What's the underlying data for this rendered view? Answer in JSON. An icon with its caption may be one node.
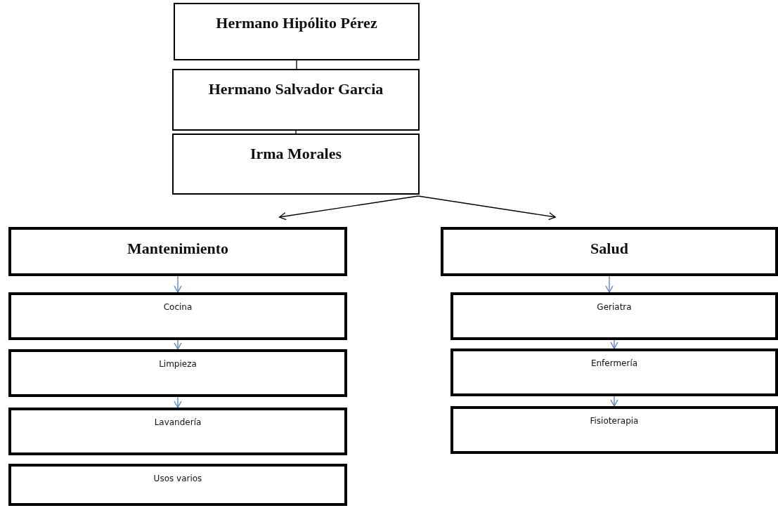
{
  "diagram": {
    "nodes": [
      {
        "text": [
          "Hermano Hipólito Pérez"
        ]
      },
      {
        "text": [
          "Hermano Salvador Garcia"
        ]
      },
      {
        "text": [
          "Irma Morales"
        ]
      },
      {
        "text": [
          "Mantenimiento"
        ]
      },
      {
        "text": [
          "Salud"
        ]
      },
      {
        "text": [
          "Cocina"
        ]
      },
      {
        "text": [
          "Limpieza"
        ]
      },
      {
        "text": [
          "Lavandería"
        ]
      },
      {
        "text": [
          "Usos varios"
        ]
      },
      {
        "text": [
          "Geriatra"
        ]
      },
      {
        "text": [
          "Enfermería"
        ]
      },
      {
        "text": [
          "Fisioterapia"
        ]
      }
    ],
    "edges": [
      {
        "from": 0,
        "to": 1,
        "arrow": "none",
        "color": "#000000"
      },
      {
        "from": 1,
        "to": 2,
        "arrow": "none",
        "color": "#000000"
      },
      {
        "from": 2,
        "to": 3,
        "arrow": "to",
        "color": "#000000"
      },
      {
        "from": 2,
        "to": 4,
        "arrow": "to",
        "color": "#000000"
      },
      {
        "from": 3,
        "to": 5,
        "arrow": "to"
      },
      {
        "from": 5,
        "to": 6,
        "arrow": "to"
      },
      {
        "from": 6,
        "to": 7,
        "arrow": "to"
      },
      {
        "from": 4,
        "to": 9,
        "arrow": "to"
      },
      {
        "from": 9,
        "to": 10,
        "arrow": "to"
      },
      {
        "from": 10,
        "to": 11,
        "arrow": "to"
      }
    ]
  }
}
